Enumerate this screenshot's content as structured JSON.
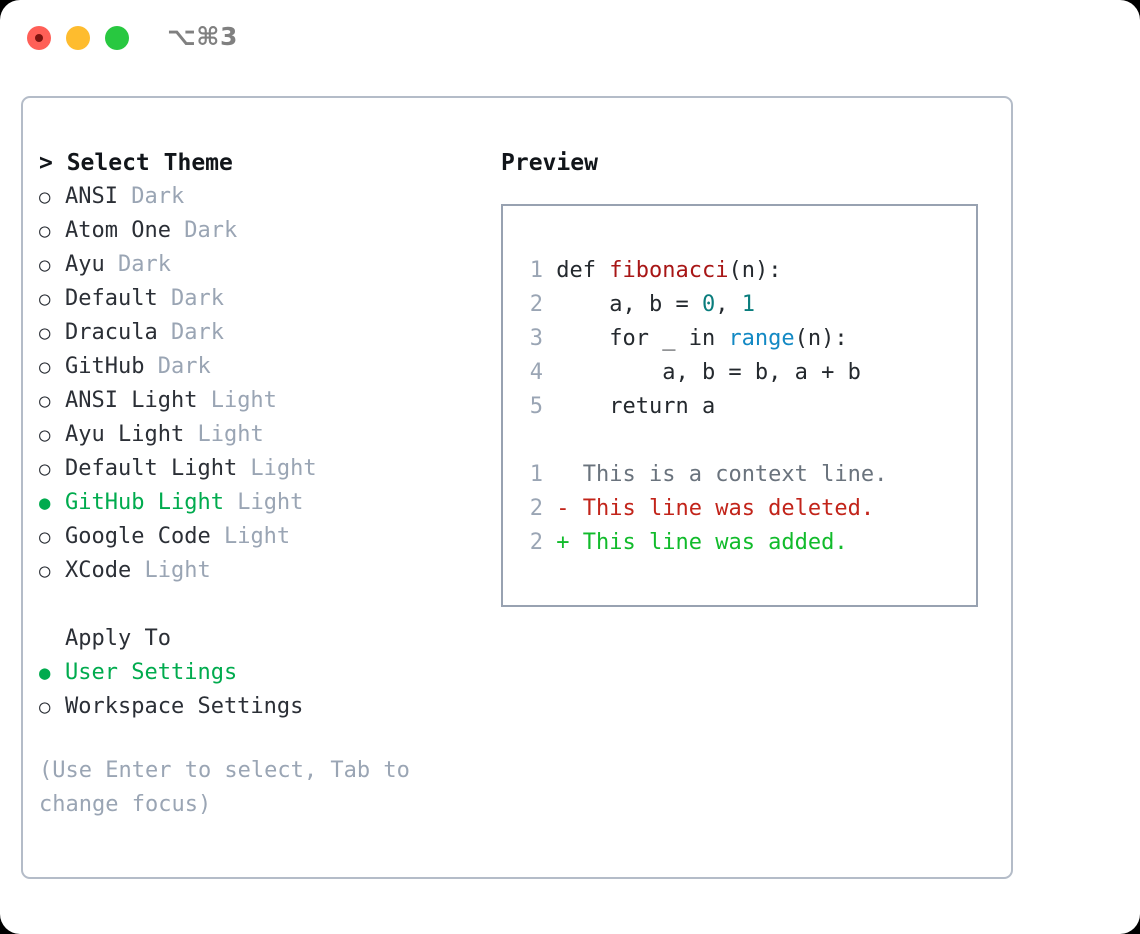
{
  "titlebar": {
    "shortcut": "⌥⌘3",
    "dots": [
      "close-red",
      "minimize-yellow",
      "zoom-green"
    ]
  },
  "theme_panel": {
    "header": "> Select Theme",
    "items": [
      {
        "bullet": "○",
        "name": "ANSI",
        "tag": "Dark",
        "selected": false
      },
      {
        "bullet": "○",
        "name": "Atom One",
        "tag": "Dark",
        "selected": false
      },
      {
        "bullet": "○",
        "name": "Ayu",
        "tag": "Dark",
        "selected": false
      },
      {
        "bullet": "○",
        "name": "Default",
        "tag": "Dark",
        "selected": false
      },
      {
        "bullet": "○",
        "name": "Dracula",
        "tag": "Dark",
        "selected": false
      },
      {
        "bullet": "○",
        "name": "GitHub",
        "tag": "Dark",
        "selected": false
      },
      {
        "bullet": "○",
        "name": "ANSI Light",
        "tag": "Light",
        "selected": false
      },
      {
        "bullet": "○",
        "name": "Ayu Light",
        "tag": "Light",
        "selected": false
      },
      {
        "bullet": "○",
        "name": "Default Light",
        "tag": "Light",
        "selected": false
      },
      {
        "bullet": "●",
        "name": "GitHub Light",
        "tag": "Light",
        "selected": true
      },
      {
        "bullet": "○",
        "name": "Google Code",
        "tag": "Light",
        "selected": false
      },
      {
        "bullet": "○",
        "name": "XCode",
        "tag": "Light",
        "selected": false
      }
    ]
  },
  "apply_to": {
    "label": "Apply To",
    "options": [
      {
        "bullet": "●",
        "name": "User Settings",
        "selected": true
      },
      {
        "bullet": "○",
        "name": "Workspace Settings",
        "selected": false
      }
    ]
  },
  "hint": "(Use Enter to select, Tab to change focus)",
  "preview": {
    "header": "Preview",
    "code_lines": [
      {
        "num": "1",
        "segments": [
          {
            "text": "def ",
            "style": "plain"
          },
          {
            "text": "fibonacci",
            "style": "fn"
          },
          {
            "text": "(n):",
            "style": "plain"
          }
        ]
      },
      {
        "num": "2",
        "segments": [
          {
            "text": "    a, b = ",
            "style": "plain"
          },
          {
            "text": "0",
            "style": "num"
          },
          {
            "text": ", ",
            "style": "plain"
          },
          {
            "text": "1",
            "style": "num"
          }
        ]
      },
      {
        "num": "3",
        "segments": [
          {
            "text": "    for _ in ",
            "style": "plain"
          },
          {
            "text": "range",
            "style": "call"
          },
          {
            "text": "(n):",
            "style": "plain"
          }
        ]
      },
      {
        "num": "4",
        "segments": [
          {
            "text": "        a, b = b, a + b",
            "style": "plain"
          }
        ]
      },
      {
        "num": "5",
        "segments": [
          {
            "text": "    return a",
            "style": "plain"
          }
        ]
      }
    ],
    "diff_lines": [
      {
        "num": "1",
        "marker": "  ",
        "text": "This is a context line.",
        "style": "ctx"
      },
      {
        "num": "2",
        "marker": "- ",
        "text": "This line was deleted.",
        "style": "del"
      },
      {
        "num": "2",
        "marker": "+ ",
        "text": "This line was added.",
        "style": "add"
      }
    ]
  },
  "colors": {
    "selected_green": "#00ab4e",
    "muted_gray": "#9aa5b4",
    "text_dark": "#2b2f36",
    "border": "#b4bcc8",
    "preview_border": "#98a2b1",
    "fn_red": "#a81616",
    "num_teal": "#0a7d7d",
    "call_blue": "#1389c4",
    "diff_del": "#c2241a",
    "diff_add": "#11bb2b",
    "dot_red": "#ff5f57",
    "dot_yellow": "#febc2e",
    "dot_green": "#28c840"
  }
}
